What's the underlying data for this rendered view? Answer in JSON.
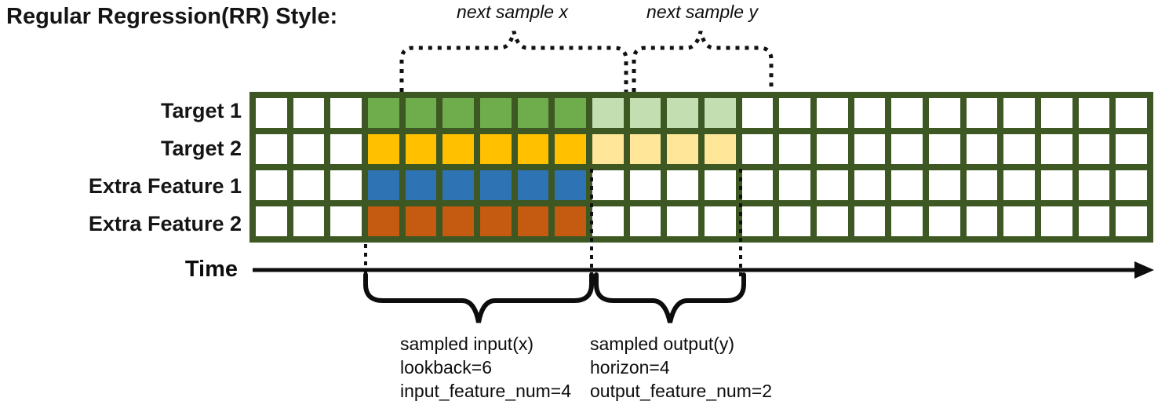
{
  "title": "Regular Regression(RR) Style:",
  "annotations": {
    "next_sample_x": "next sample x",
    "next_sample_y": "next sample y",
    "time_label": "Time",
    "input_block": {
      "line1": "sampled input(x)",
      "line2": "lookback=6",
      "line3": "input_feature_num=4"
    },
    "output_block": {
      "line1": "sampled output(y)",
      "line2": "horizon=4",
      "line3": "output_feature_num=2"
    }
  },
  "grid": {
    "columns": 24,
    "row_count": 4,
    "lead_empty_columns": 3,
    "lookback": 6,
    "horizon": 4,
    "border_color": "#3D5823",
    "empty_cell_color": "#FFFFFF"
  },
  "rows": [
    {
      "label": "Target 1",
      "input_color": "#6FAC4B",
      "output_color": "#C3DFB2"
    },
    {
      "label": "Target 2",
      "input_color": "#FFC000",
      "output_color": "#FFE699"
    },
    {
      "label": "Extra Feature 1",
      "input_color": "#2E74B5",
      "output_color": null
    },
    {
      "label": "Extra Feature 2",
      "input_color": "#C55A11",
      "output_color": null
    }
  ],
  "colors": {
    "brace_and_text": "#111111",
    "arrow": "#0d0d0d"
  }
}
